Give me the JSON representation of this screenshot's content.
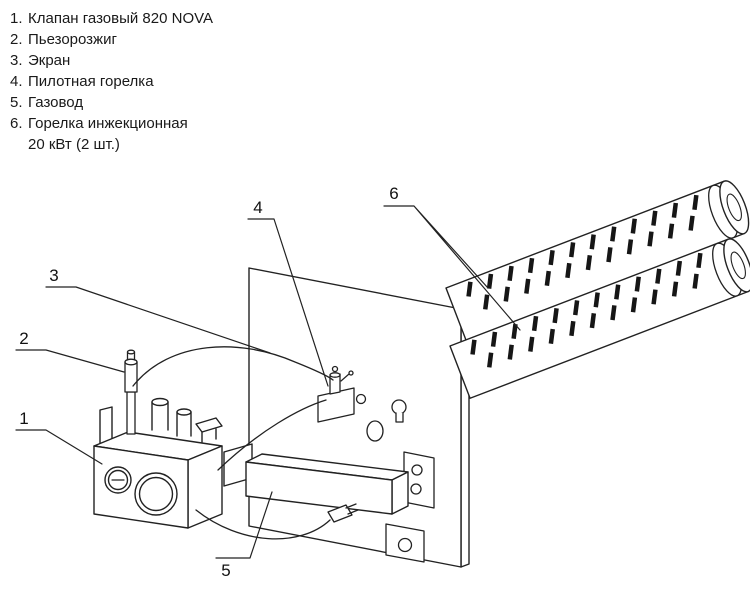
{
  "legend": {
    "items": [
      {
        "num": "1.",
        "text": "Клапан газовый 820 NOVA"
      },
      {
        "num": "2.",
        "text": "Пьезорозжиг"
      },
      {
        "num": "3.",
        "text": "Экран"
      },
      {
        "num": "4.",
        "text": "Пилотная горелка"
      },
      {
        "num": "5.",
        "text": "Газовод"
      },
      {
        "num": "6.",
        "text": "Горелка инжекционная",
        "text2": "20 кВт (2 шт.)"
      }
    ]
  },
  "callouts": [
    "1",
    "2",
    "3",
    "4",
    "5",
    "6"
  ],
  "colors": {
    "line": "#222222",
    "slot": "#161616",
    "background": "#ffffff"
  }
}
